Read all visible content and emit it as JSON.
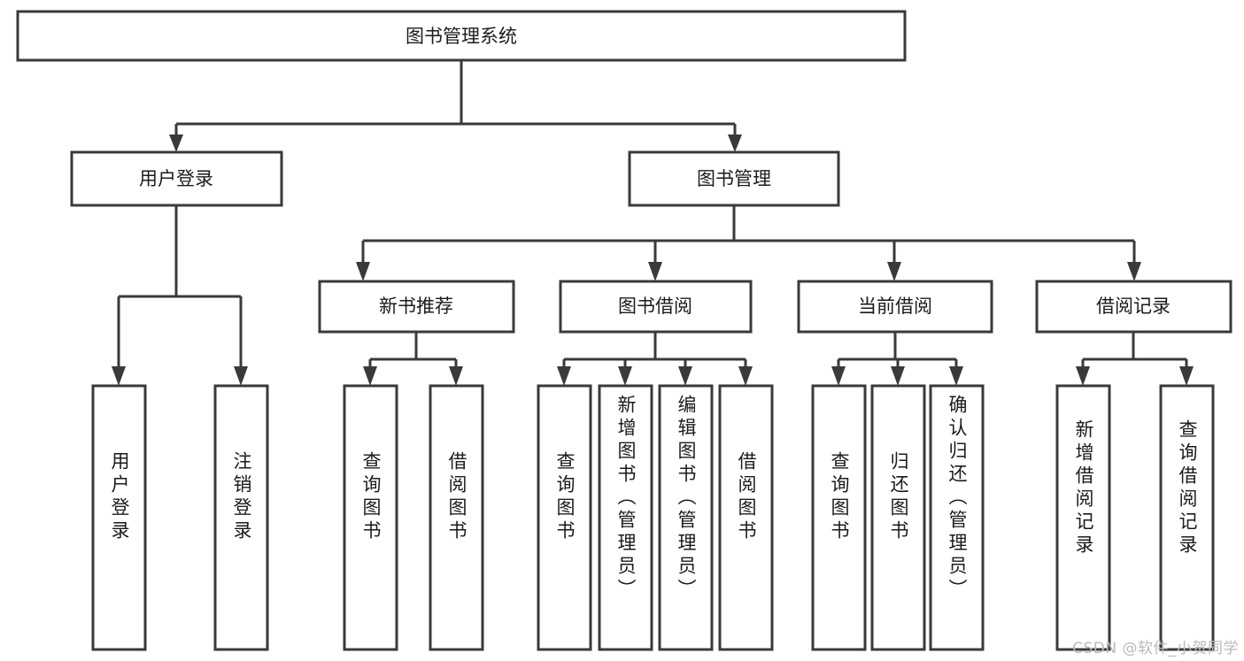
{
  "diagram": {
    "type": "tree",
    "title": "图书管理系统",
    "watermark": "CSDN @软件_小贺同学",
    "colors": {
      "stroke": "#3a3a3a",
      "fill": "#ffffff",
      "text": "#1b1b1b",
      "watermark": "#b9b9b9",
      "background": "#ffffff"
    },
    "root": {
      "label": "图书管理系统"
    },
    "level1": [
      {
        "label": "用户登录"
      },
      {
        "label": "图书管理"
      }
    ],
    "level2": [
      {
        "label": "新书推荐"
      },
      {
        "label": "图书借阅"
      },
      {
        "label": "当前借阅"
      },
      {
        "label": "借阅记录"
      }
    ],
    "leaves": {
      "user_login": [
        {
          "label": "用户登录"
        },
        {
          "label": "注销登录"
        }
      ],
      "new_book_recommend": [
        {
          "label": "查询图书"
        },
        {
          "label": "借阅图书"
        }
      ],
      "book_borrow": [
        {
          "label": "查询图书"
        },
        {
          "label": "新增图书（管理员）"
        },
        {
          "label": "编辑图书（管理员）"
        },
        {
          "label": "借阅图书"
        }
      ],
      "current_borrow": [
        {
          "label": "查询图书"
        },
        {
          "label": "归还图书"
        },
        {
          "label": "确认归还（管理员）"
        }
      ],
      "borrow_record": [
        {
          "label": "新增借阅记录"
        },
        {
          "label": "查询借阅记录"
        }
      ]
    }
  }
}
